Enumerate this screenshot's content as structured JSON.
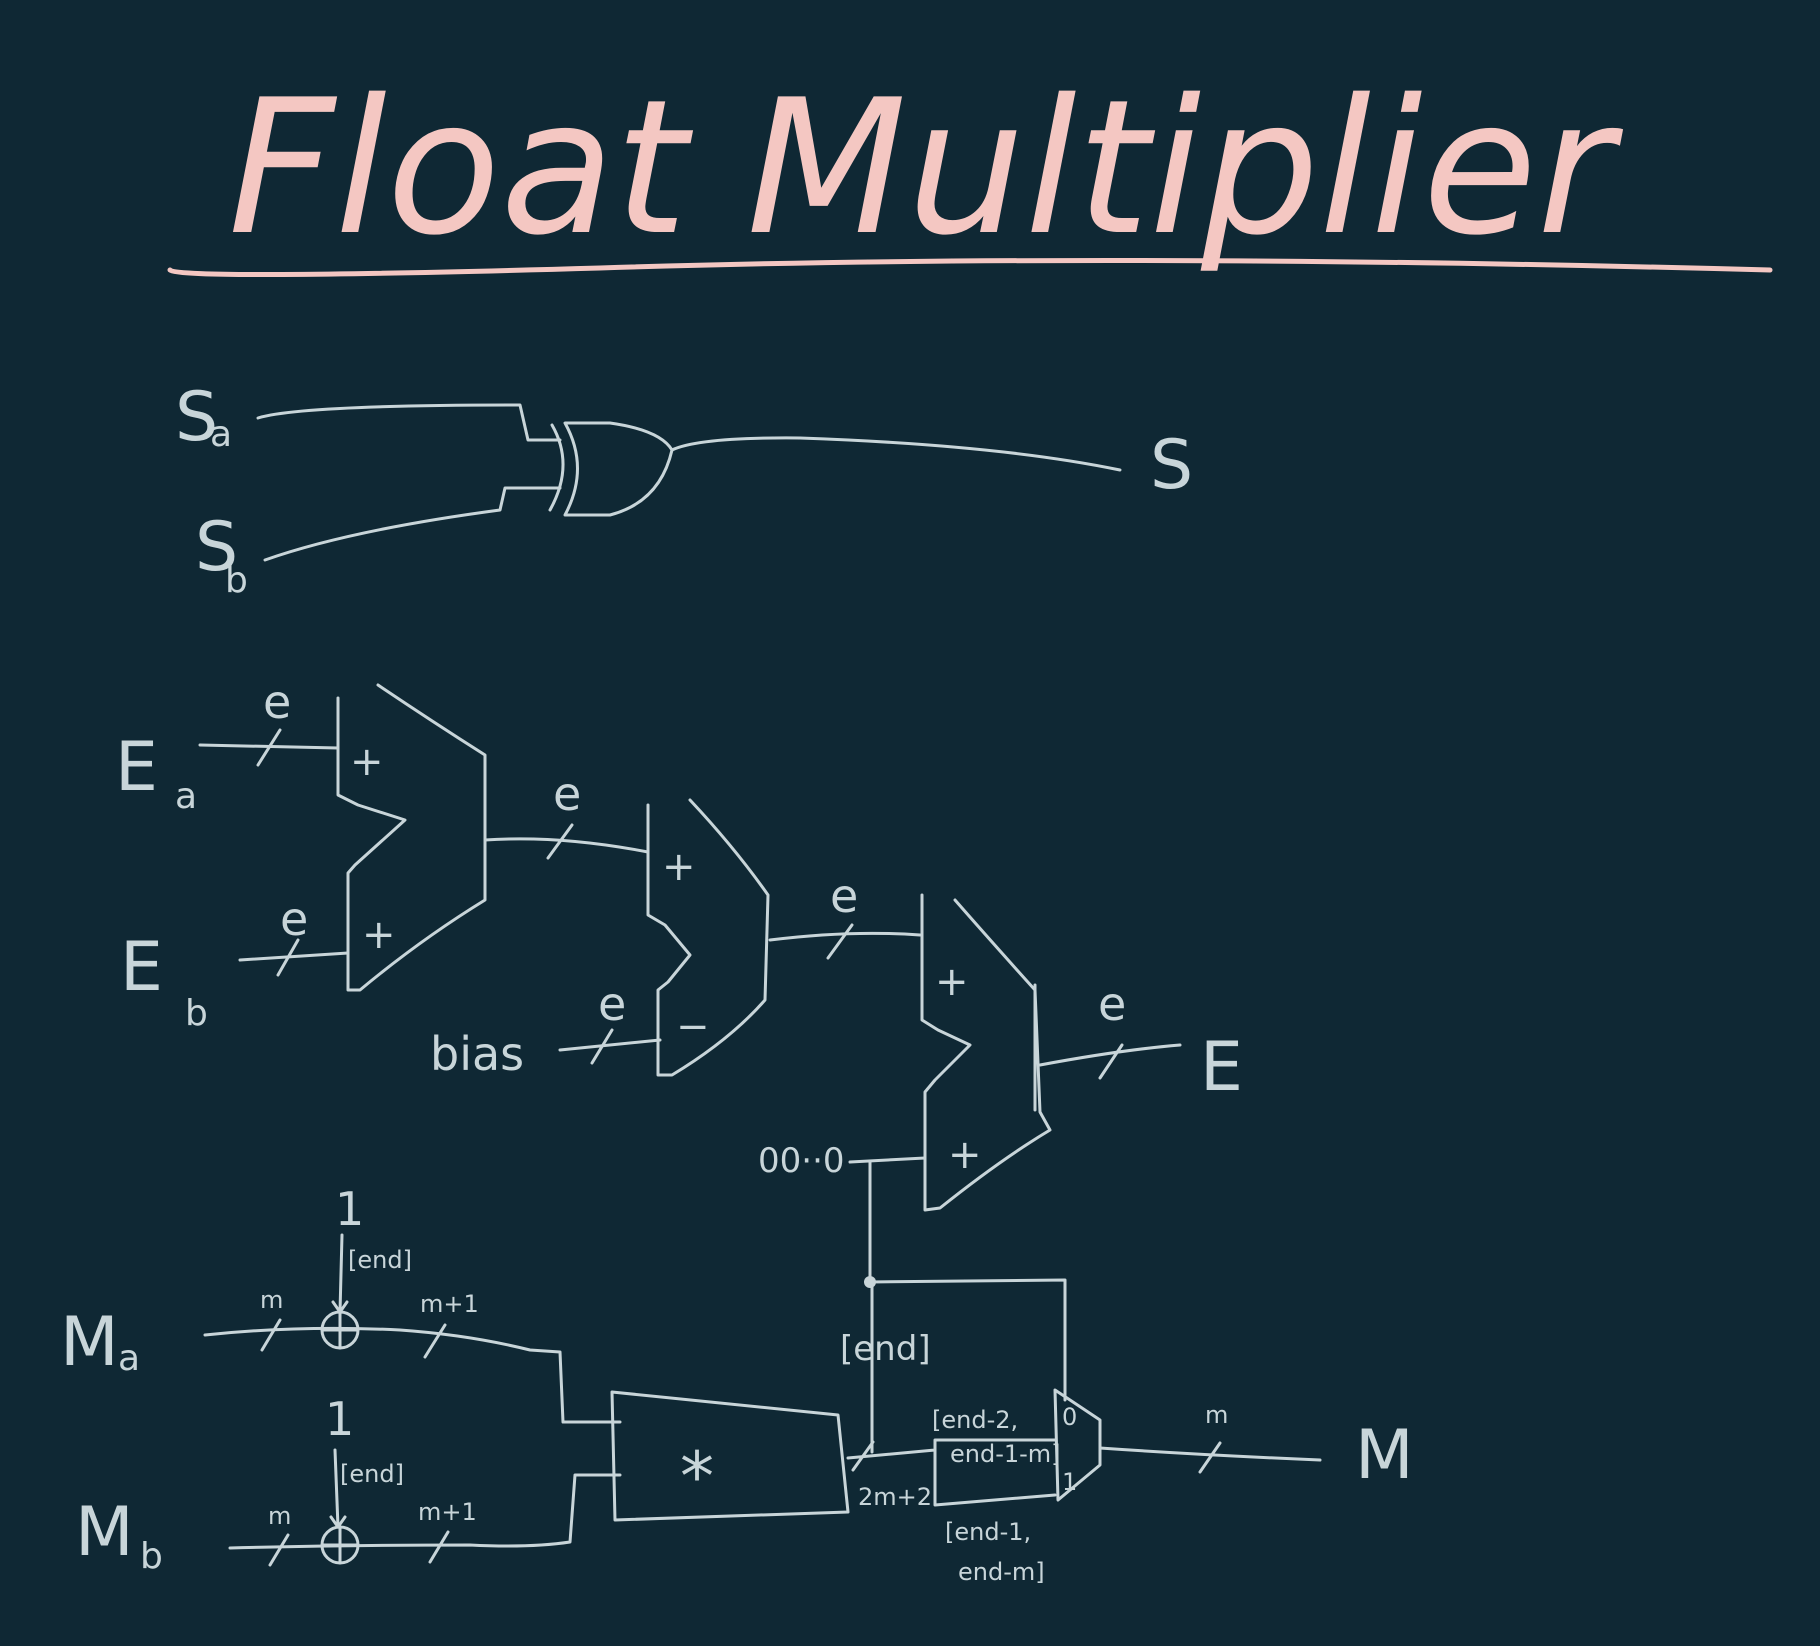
{
  "title": "Float Multiplier",
  "colors": {
    "background": "#0f2834",
    "title": "#f4c7c2",
    "ink": "#c8d5d9"
  },
  "sign_section": {
    "in_a": "S",
    "in_a_sub": "a",
    "in_b": "S",
    "in_b_sub": "b",
    "out": "S"
  },
  "exponent_section": {
    "in_a": "E",
    "in_a_sub": "a",
    "in_b": "E",
    "in_b_sub": "b",
    "width": "e",
    "bias": "bias",
    "zeros": "00··0",
    "out": "E",
    "plus": "+",
    "minus": "−"
  },
  "mantissa_section": {
    "in_a": "M",
    "in_a_sub": "a",
    "in_b": "M",
    "in_b_sub": "b",
    "one": "1",
    "end_label": "[end]",
    "m": "m",
    "m_plus_1": "m+1",
    "product_width": "2m+2",
    "multiply": "*",
    "mux_top": "[end-2,",
    "mux_top2": "end-1-m]",
    "mux_bottom": "[end-1,",
    "mux_bottom2": "end-m]",
    "mux_0": "0",
    "mux_1": "1",
    "out": "M"
  }
}
